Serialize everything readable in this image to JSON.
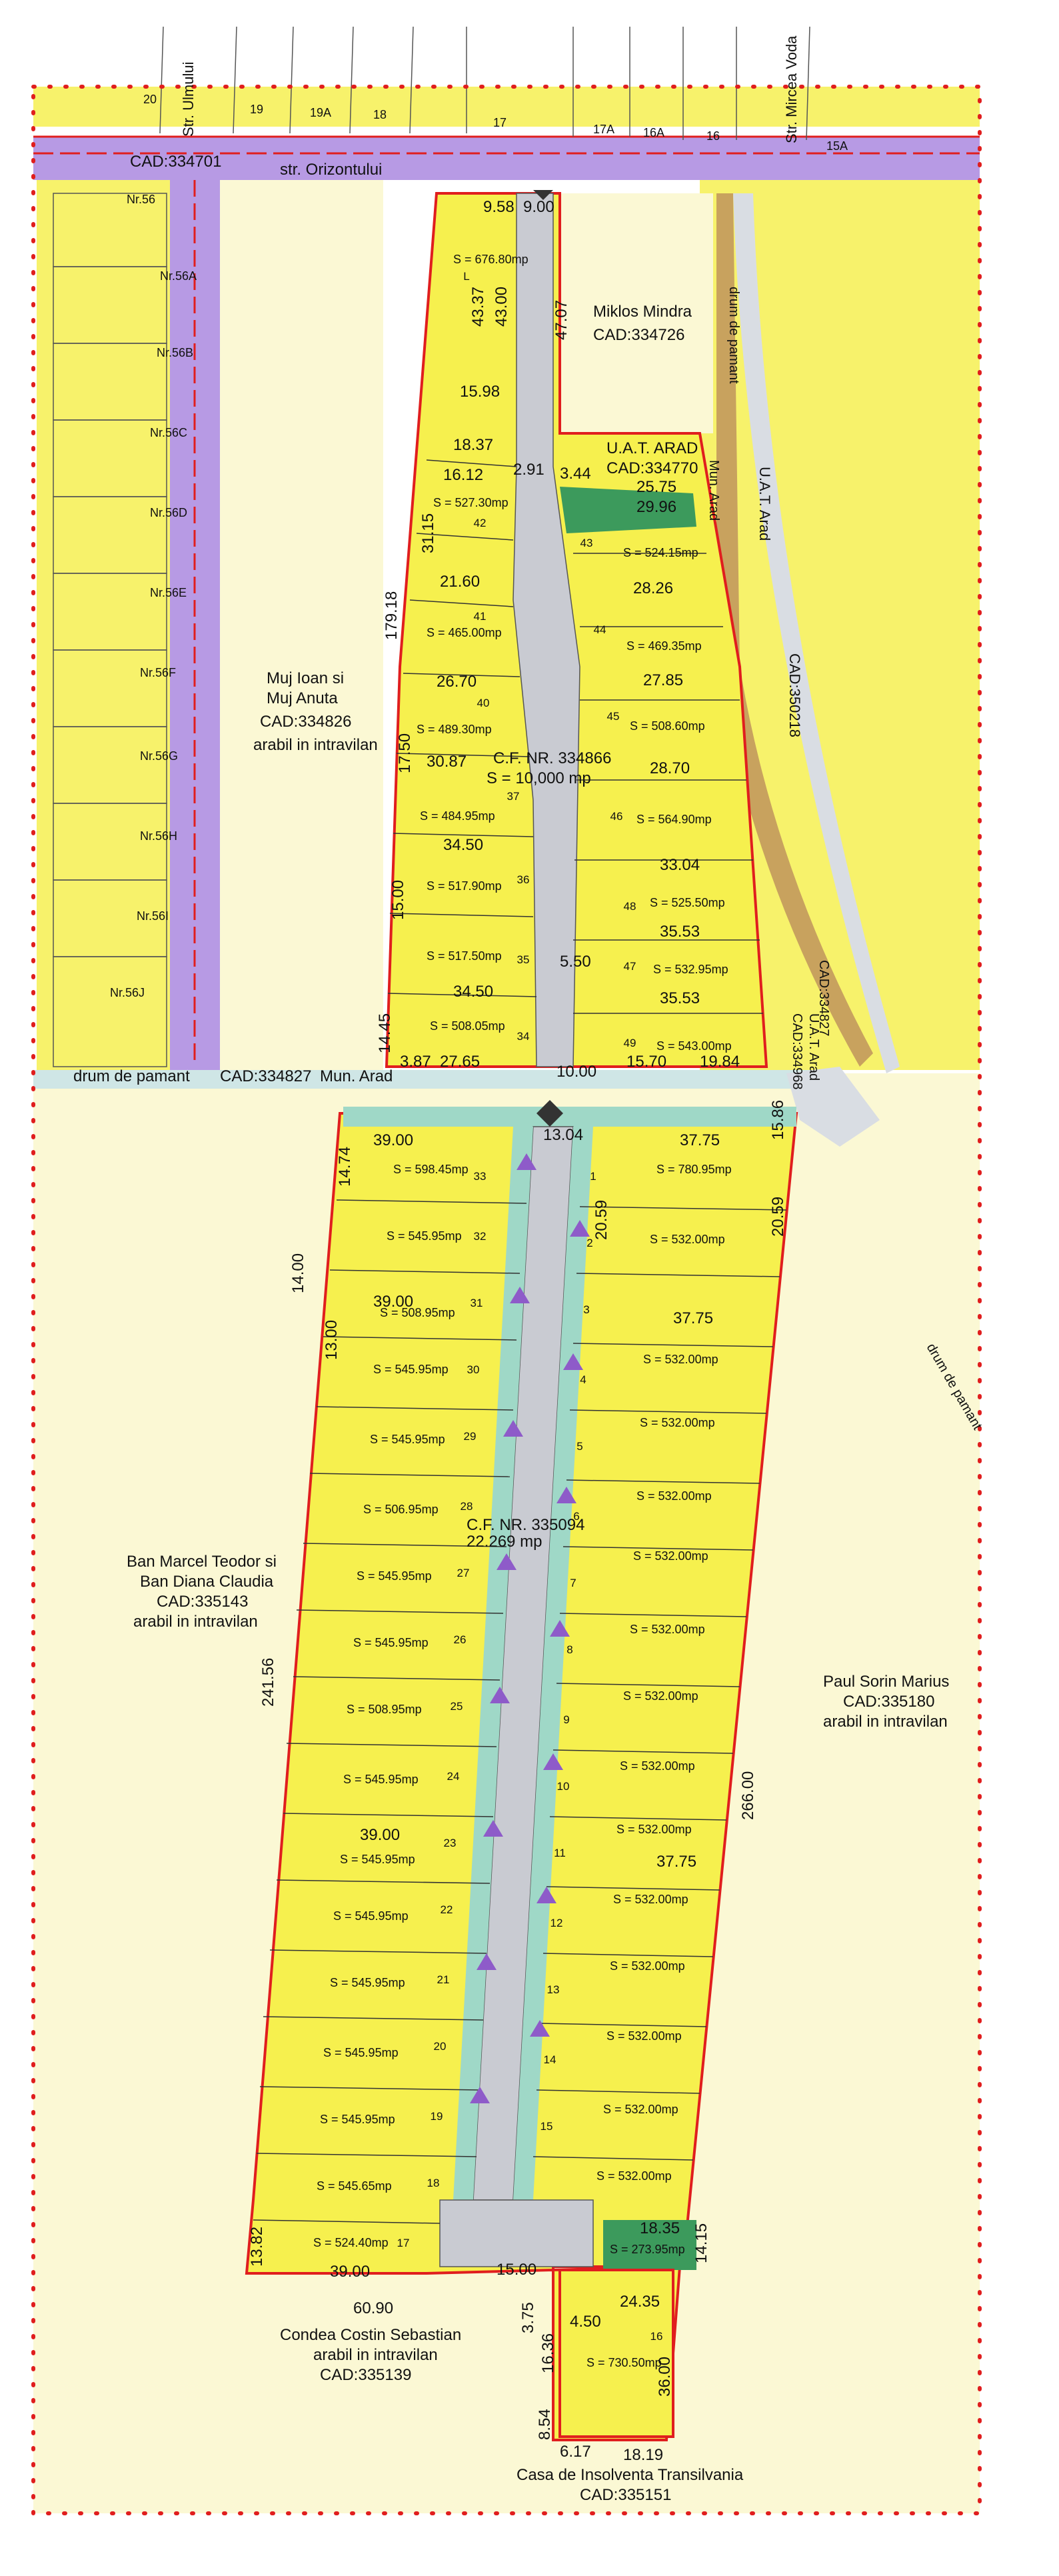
{
  "colors": {
    "background": "#ffffff",
    "yellow_zone": "#f7f26b",
    "pale_zone": "#fbf8d4",
    "road": "#b79ae4",
    "lot_fill": "#f6f04e",
    "street_fill": "#c9cbd2",
    "green_fill": "#3c9a5c",
    "teal_fill": "#9fd8c7",
    "boundary_red": "#e01e1e",
    "brown_road": "#c8a25e"
  },
  "streets": {
    "str_ulmului": "Str. Ulmului",
    "str_mircea_voda": "Str. Mircea Voda",
    "str_orizontului": "str. Orizontului",
    "cad_orizontului": "CAD:334701",
    "drum_pamant_left": "drum de pamant",
    "cad_drum": "CAD:334827",
    "mun_arad_label": "Mun. Arad",
    "drum_pamant_right_top": "drum de pamant",
    "mun_arad_vertical": "Mun. Arad",
    "uat_arad_vertical": "U.A.T. Arad",
    "cad_350218": "CAD:350218",
    "drum_pamant_bottom_right": "drum de pamant",
    "cad_334827_right": "CAD:334827",
    "cad_334968": "CAD:334968",
    "uat_arad_small": "U.A.T. Arad"
  },
  "house_numbers_top": [
    "20",
    "19",
    "19A",
    "18",
    "17",
    "17A",
    "16A",
    "16",
    "15A"
  ],
  "house_numbers_left": [
    "Nr.56",
    "Nr.56A",
    "Nr.56B",
    "Nr.56C",
    "Nr.56D",
    "Nr.56E",
    "Nr.56F",
    "Nr.56G",
    "Nr.56H",
    "Nr.56I",
    "Nr.56J"
  ],
  "owners": {
    "miklos_name": "Miklos Mindra",
    "miklos_cad": "CAD:334726",
    "uat_name": "U.A.T. ARAD",
    "uat_cad": "CAD:334770",
    "muj_line1": "Muj Ioan si",
    "muj_line2": "Muj Anuta",
    "muj_cad": "CAD:334826",
    "muj_note": "arabil in intravilan",
    "ban_line1": "Ban Marcel Teodor si",
    "ban_line2": "Ban Diana Claudia",
    "ban_cad": "CAD:335143",
    "ban_note": "arabil in intravilan",
    "paul_line1": "Paul Sorin Marius",
    "paul_cad": "CAD:335180",
    "paul_note": "arabil in intravilan",
    "condea_line1": "Condea Costin Sebastian",
    "condea_note": "arabil in intravilan",
    "condea_cad": "CAD:335139",
    "casa_line1": "Casa de Insolventa Transilvania",
    "casa_cad": "CAD:335151"
  },
  "cf_labels": {
    "cf_north": "C.F. NR. 334866",
    "s_north": "S = 10,000 mp",
    "cf_south": "C.F. NR. 335094",
    "s_south": "22.269 mp"
  },
  "lots_north_left": [
    {
      "area": "S = 676.80mp",
      "no": "L"
    },
    {
      "area": "S = 527.30mp",
      "no": "42"
    },
    {
      "area": "S = 465.00mp",
      "no": "41"
    },
    {
      "area": "S = 489.30mp",
      "no": "40"
    },
    {
      "area": "S = 484.95mp",
      "no": "37"
    },
    {
      "area": "S = 517.90mp",
      "no": "36"
    },
    {
      "area": "S = 517.50mp",
      "no": "35"
    },
    {
      "area": "S = 508.05mp",
      "no": "34"
    }
  ],
  "lots_north_right": [
    {
      "area": "S = 524.15mp",
      "no": "43"
    },
    {
      "area": "S = 469.35mp",
      "no": "44"
    },
    {
      "area": "S = 508.60mp",
      "no": "45"
    },
    {
      "area": "S = 564.90mp",
      "no": "46"
    },
    {
      "area": "S = 525.50mp",
      "no": "48"
    },
    {
      "area": "S = 532.95mp",
      "no": "47"
    },
    {
      "area": "S = 543.00mp",
      "no": "49"
    }
  ],
  "lots_south_left": [
    {
      "area": "S = 598.45mp",
      "no": "33"
    },
    {
      "area": "S = 545.95mp",
      "no": "32"
    },
    {
      "area": "S = 508.95mp",
      "no": "31"
    },
    {
      "area": "S = 545.95mp",
      "no": "30"
    },
    {
      "area": "S = 545.95mp",
      "no": "29"
    },
    {
      "area": "S = 506.95mp",
      "no": "28"
    },
    {
      "area": "S = 545.95mp",
      "no": "27"
    },
    {
      "area": "S = 545.95mp",
      "no": "26"
    },
    {
      "area": "S = 508.95mp",
      "no": "25"
    },
    {
      "area": "S = 545.95mp",
      "no": "24"
    },
    {
      "area": "S = 545.95mp",
      "no": "23"
    },
    {
      "area": "S = 545.95mp",
      "no": "22"
    },
    {
      "area": "S = 545.95mp",
      "no": "21"
    },
    {
      "area": "S = 545.95mp",
      "no": "20"
    },
    {
      "area": "S = 545.95mp",
      "no": "19"
    },
    {
      "area": "S = 545.65mp",
      "no": "18"
    },
    {
      "area": "S = 524.40mp",
      "no": "17"
    }
  ],
  "lots_south_right": [
    {
      "area": "S = 780.95mp",
      "no": "1"
    },
    {
      "area": "S = 532.00mp",
      "no": "2"
    },
    {
      "area": "S = 532.00mp",
      "no": "3"
    },
    {
      "area": "S = 532.00mp",
      "no": "4"
    },
    {
      "area": "S = 532.00mp",
      "no": "5"
    },
    {
      "area": "S = 532.00mp",
      "no": "6"
    },
    {
      "area": "S = 532.00mp",
      "no": "7"
    },
    {
      "area": "S = 532.00mp",
      "no": "8"
    },
    {
      "area": "S = 532.00mp",
      "no": "9"
    },
    {
      "area": "S = 532.00mp",
      "no": "10"
    },
    {
      "area": "S = 532.00mp",
      "no": "11"
    },
    {
      "area": "S = 532.00mp",
      "no": "12"
    },
    {
      "area": "S = 532.00mp",
      "no": "13"
    },
    {
      "area": "S = 532.00mp",
      "no": "14"
    },
    {
      "area": "S = 532.00mp",
      "no": "15"
    }
  ],
  "lot_special": {
    "green_area": "S = 273.95mp",
    "bottom_area": "S = 730.50mp",
    "bottom_no": "16"
  },
  "dims": {
    "d958": "9.58",
    "d900": "9.00",
    "d4337": "43.37",
    "d4300": "43.00",
    "d4707": "47.07",
    "d1598": "15.98",
    "d1837": "18.37",
    "d1612": "16.12",
    "d291": "2.91",
    "d344": "3.44",
    "d2575": "25.75",
    "d3115": "31.15",
    "d2150": "21.60",
    "d2096": "29.96",
    "d2826": "28.26",
    "d2670": "26.70",
    "d2785": "27.85",
    "d3087": "30.87",
    "d2870": "28.70",
    "d3450a": "34.50",
    "d3304": "33.04",
    "d3553a": "35.53",
    "d3553b": "35.53",
    "d3450b": "34.50",
    "d2765": "27.65",
    "d1570": "15.70",
    "d1984": "19.84",
    "d17918": "179.18",
    "d1750": "17.50",
    "d1445": "14.45",
    "d387": "3.87",
    "d1000": "10.00",
    "d3900a": "39.00",
    "d3775a": "37.75",
    "d3900b": "39.00",
    "d3775b": "37.75",
    "d3900c": "39.00",
    "d3775c": "37.75",
    "d3900d": "39.00",
    "d24156": "241.56",
    "d26600": "266.00",
    "d6090": "60.90",
    "d2435": "24.35",
    "d1819": "18.19",
    "d617": "6.17",
    "d854": "8.54",
    "d1636": "16.36",
    "d3600": "36.00",
    "d1382": "13.82",
    "d1400": "14.00",
    "d1300": "13.00",
    "d1500": "15.00",
    "d550": "5.50",
    "d1304": "13.04",
    "d2059a": "20.59",
    "d2059b": "20.59",
    "d1474": "14.74",
    "d1586": "15.86",
    "d450": "4.50",
    "d375": "3.75",
    "d1500b": "15.00",
    "d1415": "14.15",
    "d1835": "18.35"
  }
}
